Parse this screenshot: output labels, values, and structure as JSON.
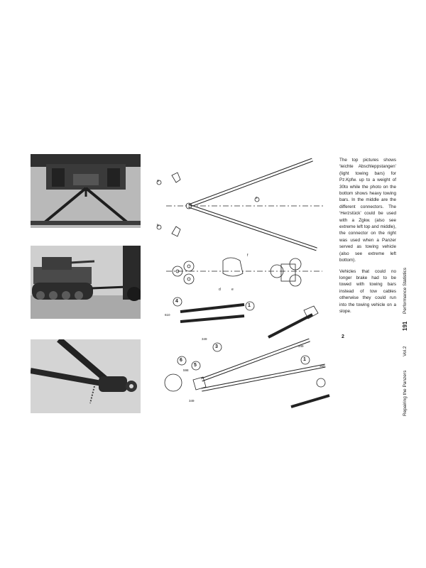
{
  "text_blocks": [
    "The top pictures shows ‘leichte Abschleppstangen’ (light towing bars) for Pz.Kpfw. up to a weight of 30to while the photo on the bottom shows heavy towing bars. In the middle are the different connectors. The ‘Herzstück’ could be used with a Zgkw. (also see extreme left top and middle), the connector on the right was used when a Panzer served as towing vehicle (also see extreme left bottom).",
    "Vehicles that could no longer brake had to be towed with towing bars instead of tow cables otherwise they could run into the towing vehicle on a slope."
  ],
  "footer": {
    "section": "Performance Statistics",
    "page_number": "191",
    "volume": "Vol.2",
    "book_title": "Repairing the Panzers"
  },
  "drawing_labels": {
    "part_1": "1",
    "part_2": "2",
    "part_3": "3",
    "part_4": "4",
    "part_5": "5",
    "part_6": "6",
    "part_a": "a",
    "part_b": "b",
    "part_c": "c",
    "part_d": "d",
    "part_e": "e",
    "part_f": "f",
    "ref_349": "349",
    "ref_360": "360",
    "ref_598": "598",
    "ref_610": "610"
  },
  "colors": {
    "text": "#1a1a1a",
    "photo_gray": "#8a8a8a"
  }
}
